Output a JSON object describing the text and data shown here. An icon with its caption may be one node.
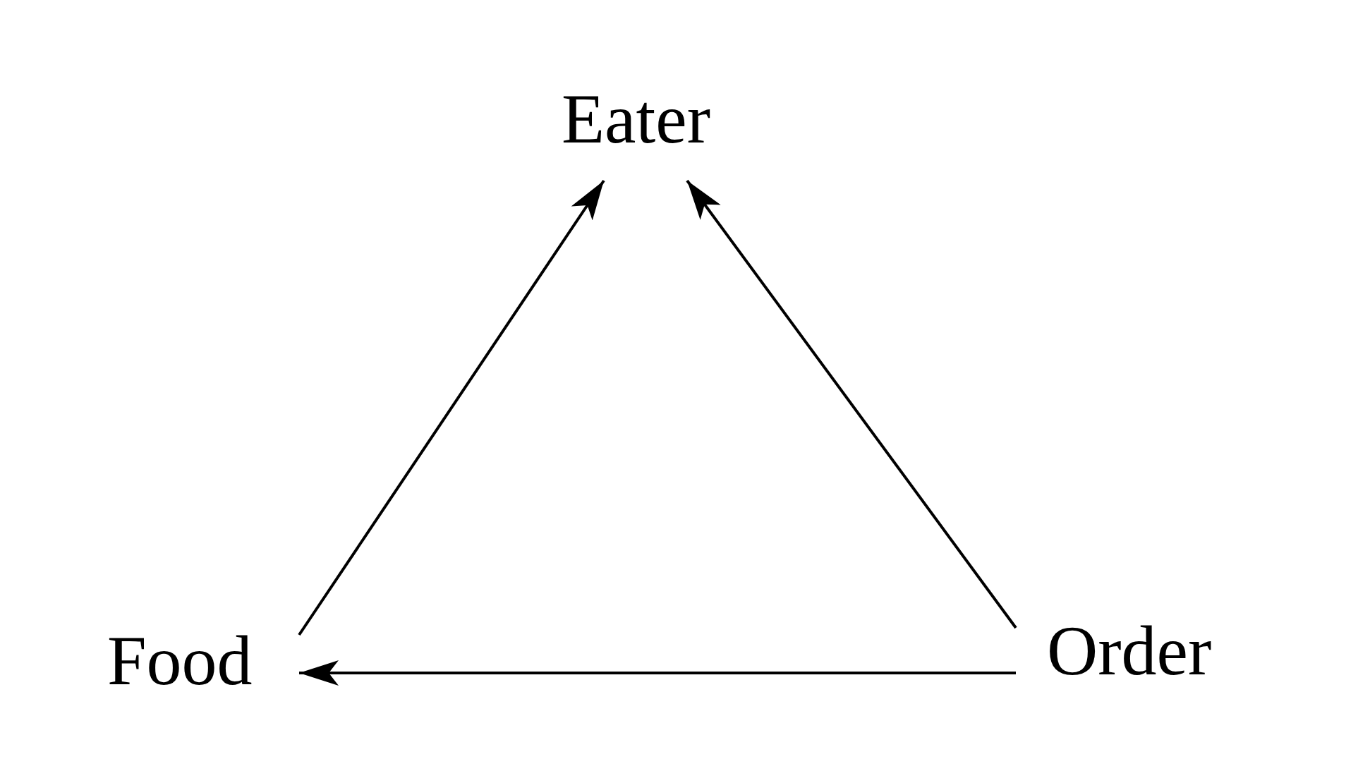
{
  "diagram": {
    "nodes": [
      {
        "text": [
          "Eater"
        ]
      },
      {
        "text": [
          "Food"
        ]
      },
      {
        "text": [
          "Order"
        ]
      }
    ],
    "edges": [
      {
        "from": 1,
        "to": 0,
        "arrow": "to"
      },
      {
        "from": 2,
        "to": 0,
        "arrow": "to"
      },
      {
        "from": 2,
        "to": 1,
        "arrow": "to"
      }
    ]
  }
}
